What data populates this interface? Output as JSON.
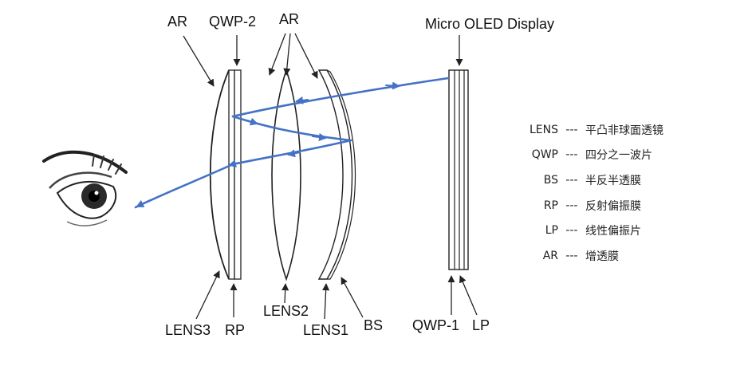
{
  "labels": {
    "ar_left": "AR",
    "qwp2": "QWP-2",
    "ar_center": "AR",
    "micro_oled": "Micro OLED Display",
    "lens3": "LENS3",
    "rp": "RP",
    "lens2": "LENS2",
    "lens1": "LENS1",
    "bs": "BS",
    "qwp1": "QWP-1",
    "lp": "LP"
  },
  "legend": [
    {
      "key": "LENS",
      "sep": "---",
      "desc": "平凸非球面透镜"
    },
    {
      "key": "QWP",
      "sep": "---",
      "desc": "四分之一波片"
    },
    {
      "key": "BS",
      "sep": "---",
      "desc": "半反半透膜"
    },
    {
      "key": "RP",
      "sep": "---",
      "desc": "反射偏振膜"
    },
    {
      "key": "LP",
      "sep": "---",
      "desc": "线性偏振片"
    },
    {
      "key": "AR",
      "sep": "---",
      "desc": "增透膜"
    }
  ],
  "colors": {
    "ray": "#4472c4",
    "line": "#222222"
  }
}
